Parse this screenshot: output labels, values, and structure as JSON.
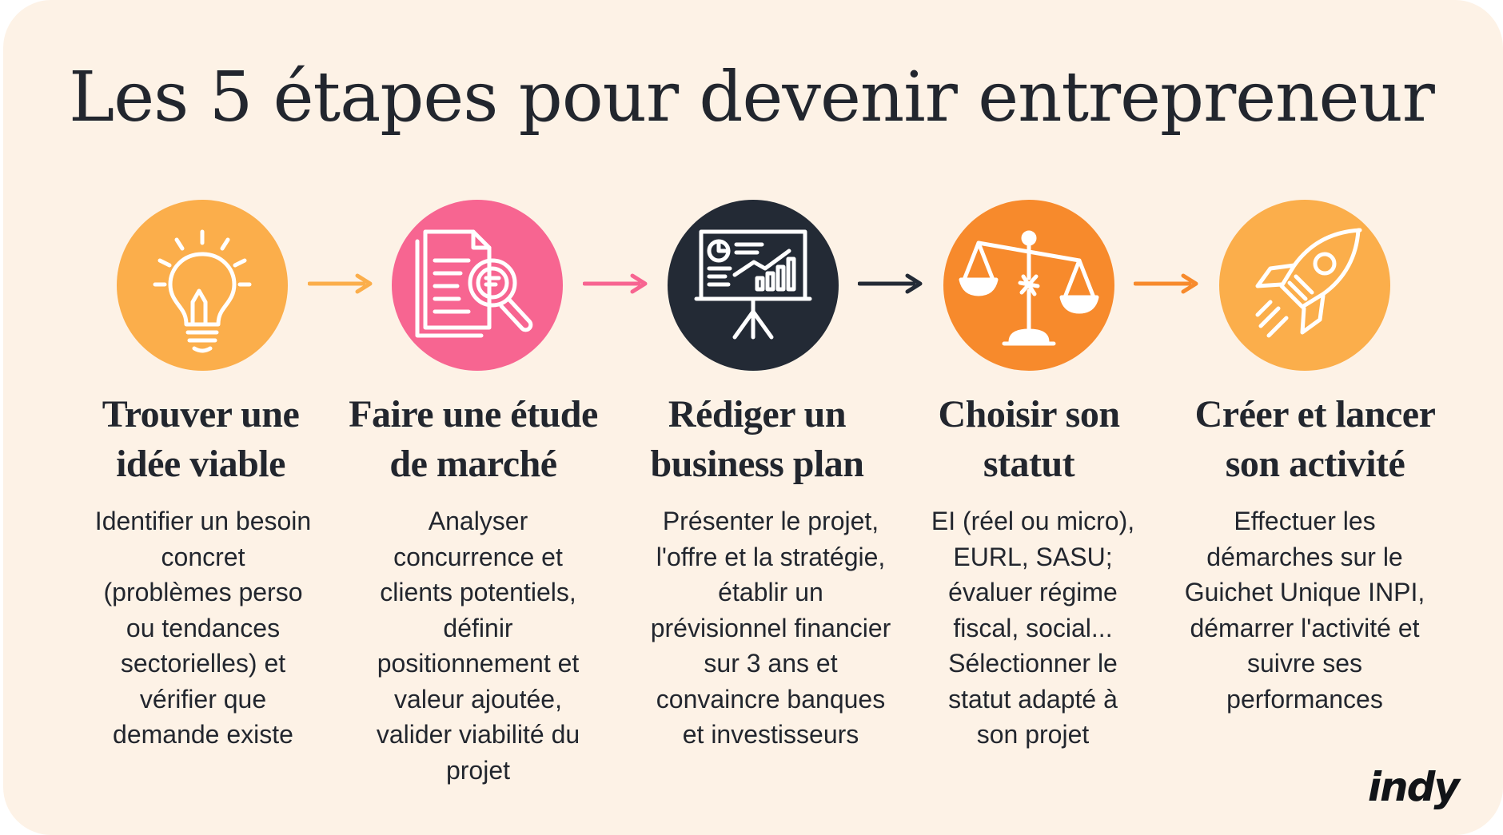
{
  "title": "Les 5 étapes pour devenir entrepreneur",
  "colors": {
    "background": "#fdf2e6",
    "yellow": "#fbae4b",
    "pink": "#f76591",
    "dark": "#232a35",
    "orange": "#f78a2c",
    "ink": "#22262e"
  },
  "steps": [
    {
      "icon": "lightbulb-icon",
      "title_line1": "Trouver une",
      "title_line2": "idée viable",
      "desc": [
        "Identifier un besoin",
        "concret",
        "(problèmes perso",
        "ou tendances",
        "sectorielles) et",
        "vérifier que",
        "demande existe"
      ]
    },
    {
      "icon": "document-search-icon",
      "title_line1": "Faire une étude",
      "title_line2": "de marché",
      "desc": [
        "Analyser",
        "concurrence et",
        "clients potentiels,",
        "définir",
        "positionnement et",
        "valeur ajoutée,",
        "valider viabilité du",
        "projet"
      ]
    },
    {
      "icon": "presentation-board-icon",
      "title_line1": "Rédiger un",
      "title_line2": "business plan",
      "desc": [
        "Présenter le projet,",
        "l'offre et la stratégie,",
        "établir un",
        "prévisionnel financier",
        "sur 3 ans et",
        "convaincre banques",
        "et investisseurs"
      ]
    },
    {
      "icon": "balance-scale-icon",
      "title_line1": "Choisir son",
      "title_line2": "statut",
      "desc": [
        "EI (réel ou micro),",
        "EURL, SASU;",
        "évaluer régime",
        "fiscal, social...",
        "Sélectionner le",
        "statut adapté à",
        "son projet"
      ]
    },
    {
      "icon": "rocket-icon",
      "title_line1": "Créer et lancer",
      "title_line2": "son activité",
      "desc": [
        "Effectuer les",
        "démarches sur le",
        "Guichet Unique INPI,",
        "démarrer l'activité et",
        "suivre ses",
        "performances"
      ]
    }
  ],
  "logo": "indy"
}
